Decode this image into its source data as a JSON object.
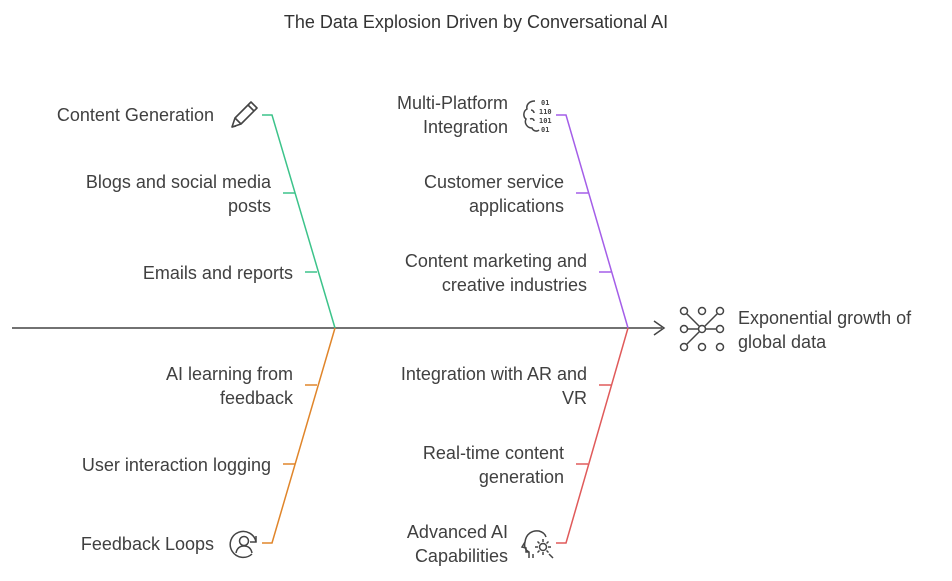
{
  "title": "The Data Explosion Driven by Conversational AI",
  "effect": {
    "line1": "Exponential growth of",
    "line2": "global data",
    "icon": "network-nodes-icon"
  },
  "branches": [
    {
      "category": "Content Generation",
      "icon": "pencil-icon",
      "color": "#3cc38a",
      "causes": [
        {
          "line1": "Blogs and social media",
          "line2": "posts"
        },
        {
          "line1": "Emails and reports",
          "line2": ""
        }
      ]
    },
    {
      "category": "Multi-Platform",
      "category_line2": "Integration",
      "icon": "brain-binary-icon",
      "color": "#a45ee8",
      "causes": [
        {
          "line1": "Customer service",
          "line2": "applications"
        },
        {
          "line1": "Content marketing and",
          "line2": "creative industries"
        }
      ]
    },
    {
      "category": "Feedback Loops",
      "icon": "user-refresh-icon",
      "color": "#e0852a",
      "causes": [
        {
          "line1": "AI learning from",
          "line2": "feedback"
        },
        {
          "line1": "User interaction logging",
          "line2": ""
        }
      ]
    },
    {
      "category": "Advanced AI",
      "category_line2": "Capabilities",
      "icon": "ai-head-gear-icon",
      "color": "#e05a5a",
      "causes": [
        {
          "line1": "Integration with AR and",
          "line2": "VR"
        },
        {
          "line1": "Real-time content",
          "line2": "generation"
        }
      ]
    }
  ],
  "colors": {
    "spine": "#444444",
    "text": "#404040"
  }
}
